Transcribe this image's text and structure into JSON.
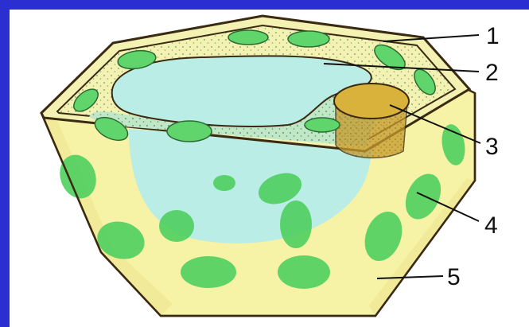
{
  "diagram": {
    "callouts": [
      {
        "label": "1"
      },
      {
        "label": "2"
      },
      {
        "label": "3"
      },
      {
        "label": "4"
      },
      {
        "label": "5"
      }
    ]
  },
  "colors": {
    "background": "#2b2fd1",
    "cell_wall": "#f6f2a6",
    "cell_wall_outline": "#3a2a12",
    "cytoplasm": "#cfeed8",
    "vacuole": "#b9ede6",
    "nucleus": "#caa334",
    "chloroplast": "#5fd56b",
    "chloroplast_dark": "#3fbf56"
  }
}
